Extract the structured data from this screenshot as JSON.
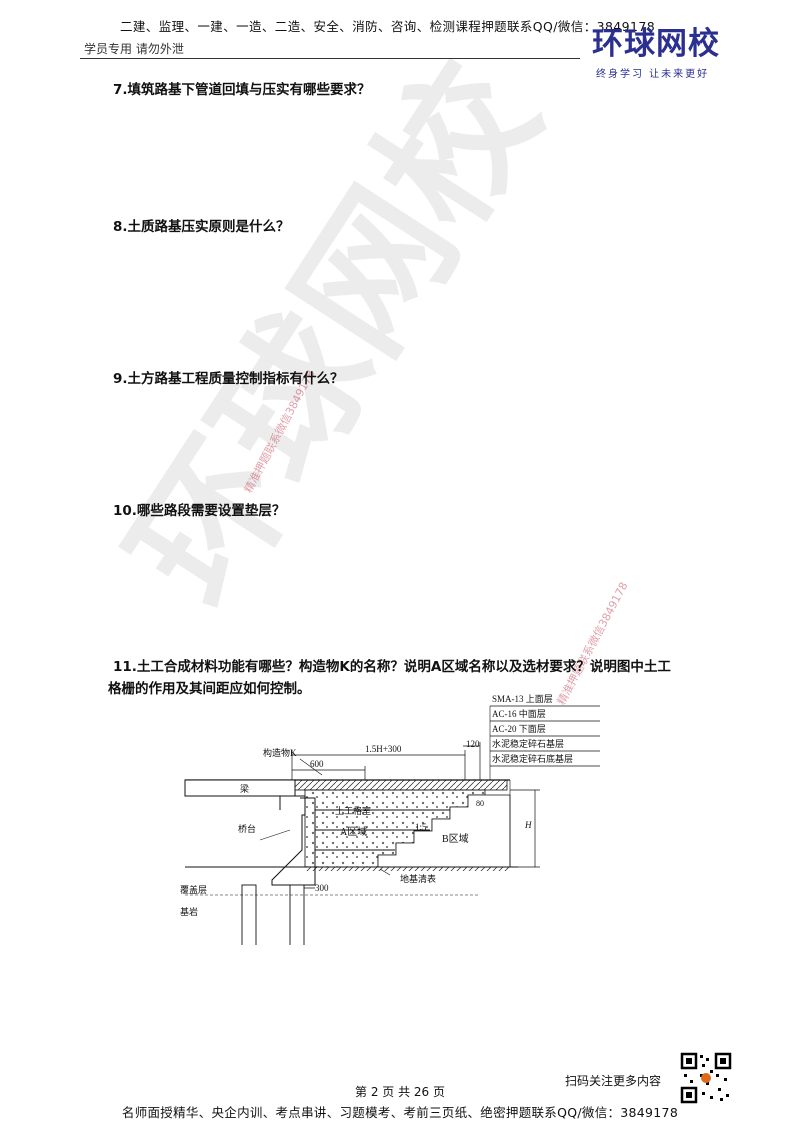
{
  "header": {
    "top_line": "二建、监理、一建、一造、二造、安全、消防、咨询、检测课程押题联系QQ/微信：3849178",
    "sub_line": "学员专用 请勿外泄"
  },
  "logo": {
    "text": "环球网校",
    "slogan": "终身学习  让未来更好"
  },
  "questions": [
    "7.填筑路基下管道回填与压实有哪些要求？",
    "8.土质路基压实原则是什么？",
    "9.土方路基工程质量控制指标有什么？",
    "10.哪些路段需要设置垫层？"
  ],
  "question_11": {
    "line1": "11.土工合成材料功能有哪些？构造物K的名称？说明A区域名称以及选材要求？说明图中土工",
    "line2": "格栅的作用及其间距应如何控制。"
  },
  "figure": {
    "layers": [
      "SMA-13 上面层",
      "AC-16  中面层",
      "AC-20  下面层",
      "水泥稳定碎石基层",
      "水泥稳定碎石底基层"
    ],
    "labels": {
      "structure_k": "构造物K",
      "dim_600": "600",
      "dim_15h": "1.5H+300",
      "dim_120": "120",
      "beam": "梁",
      "geogrid": "土工格室",
      "zone_a": "A区域",
      "zone_b": "B区域",
      "abutment": "桥台",
      "dim_h": "H",
      "dim_80": "80",
      "ground_strip": "地基清表",
      "dim_300": "300",
      "cover": "覆盖层",
      "bedrock": "基岩",
      "slope": "1:5"
    }
  },
  "watermark": {
    "big": "环球网校",
    "small": "精准押题联系微信3849178"
  },
  "footer": {
    "page": "第 2 页 共 26 页",
    "bottom": "名师面授精华、央企内训、考点串讲、习题模考、考前三页纸、绝密押题联系QQ/微信：3849178",
    "scan": "扫码关注更多内容"
  }
}
